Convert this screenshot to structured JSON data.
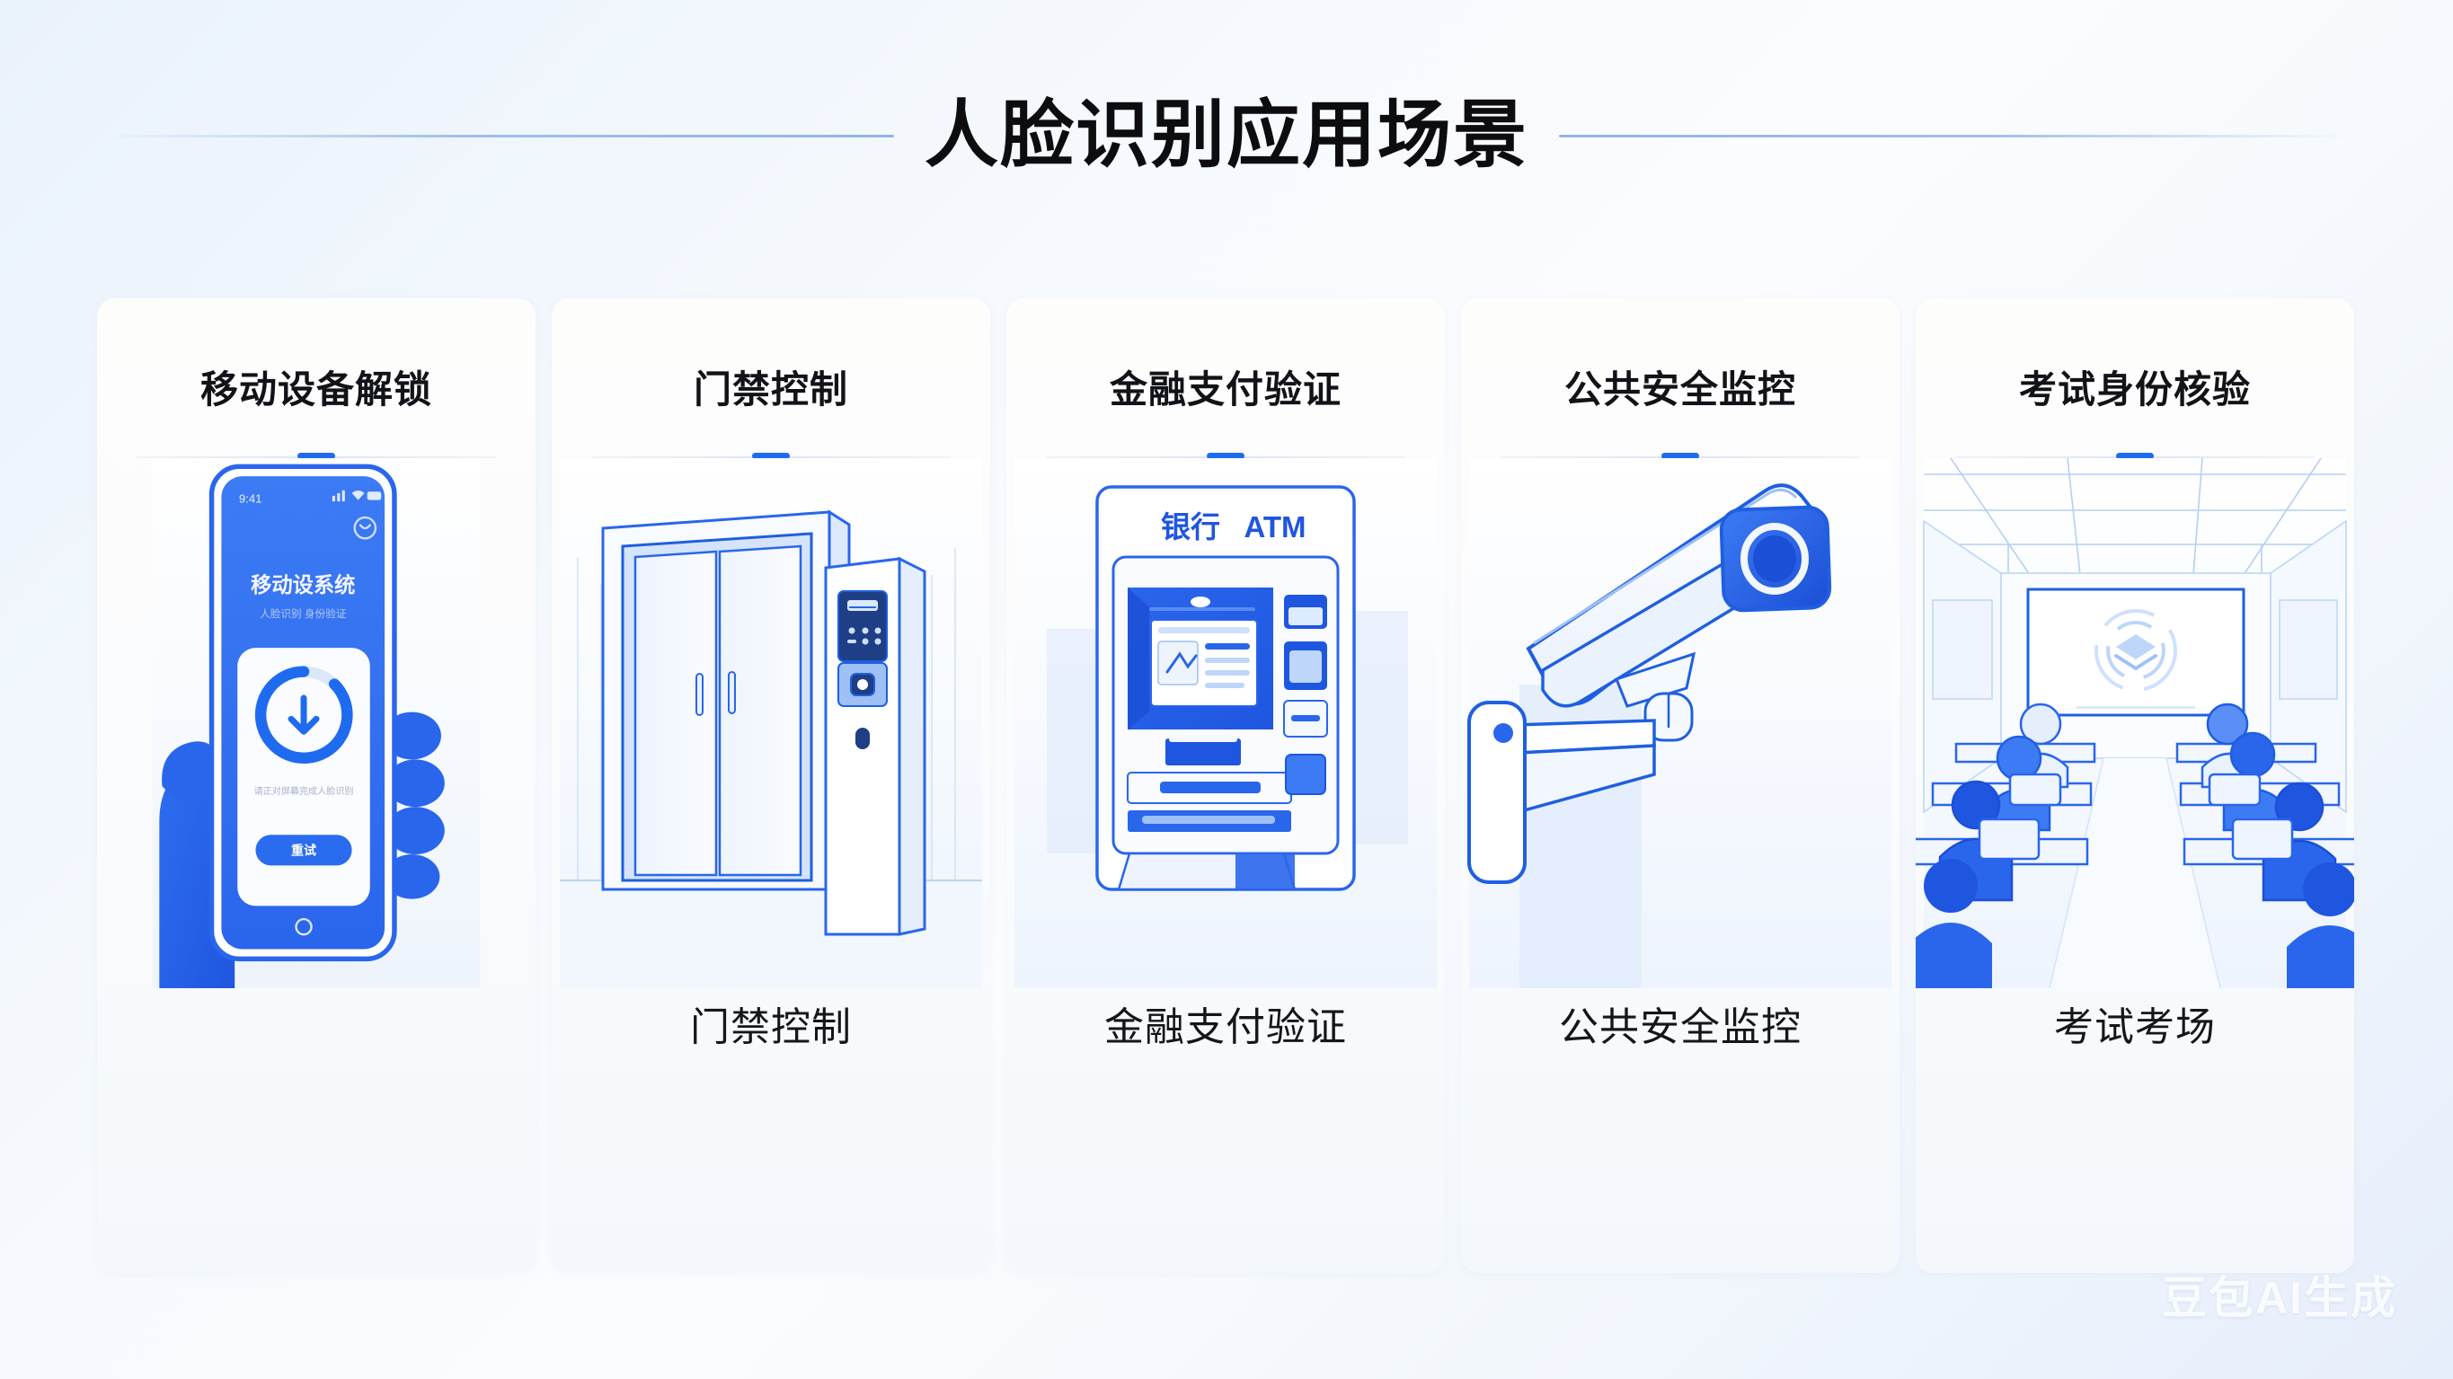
{
  "page": {
    "title": "人脸识别应用场景",
    "watermark": "豆包AI生成",
    "accent_color": "#1f6bf0",
    "background_color": "#eef4fc"
  },
  "cards": [
    {
      "title": "移动设备解锁",
      "caption": "",
      "art": "phone-face-unlock",
      "phone": {
        "status_time": "9:41",
        "app_title": "移动设系统",
        "app_subtitle": "人脸识别 身份验证",
        "hint_text": "请正对屏幕完成人脸识别",
        "button_label": "重试"
      }
    },
    {
      "title": "门禁控制",
      "caption": "门禁控制",
      "art": "door-access-control"
    },
    {
      "title": "金融支付验证",
      "caption": "金融支付验证",
      "art": "atm-machine",
      "atm": {
        "sign_cn": "银行",
        "sign_en": "ATM"
      }
    },
    {
      "title": "公共安全监控",
      "caption": "公共安全监控",
      "art": "cctv-camera"
    },
    {
      "title": "考试身份核验",
      "caption": "考试考场",
      "art": "exam-room"
    }
  ]
}
